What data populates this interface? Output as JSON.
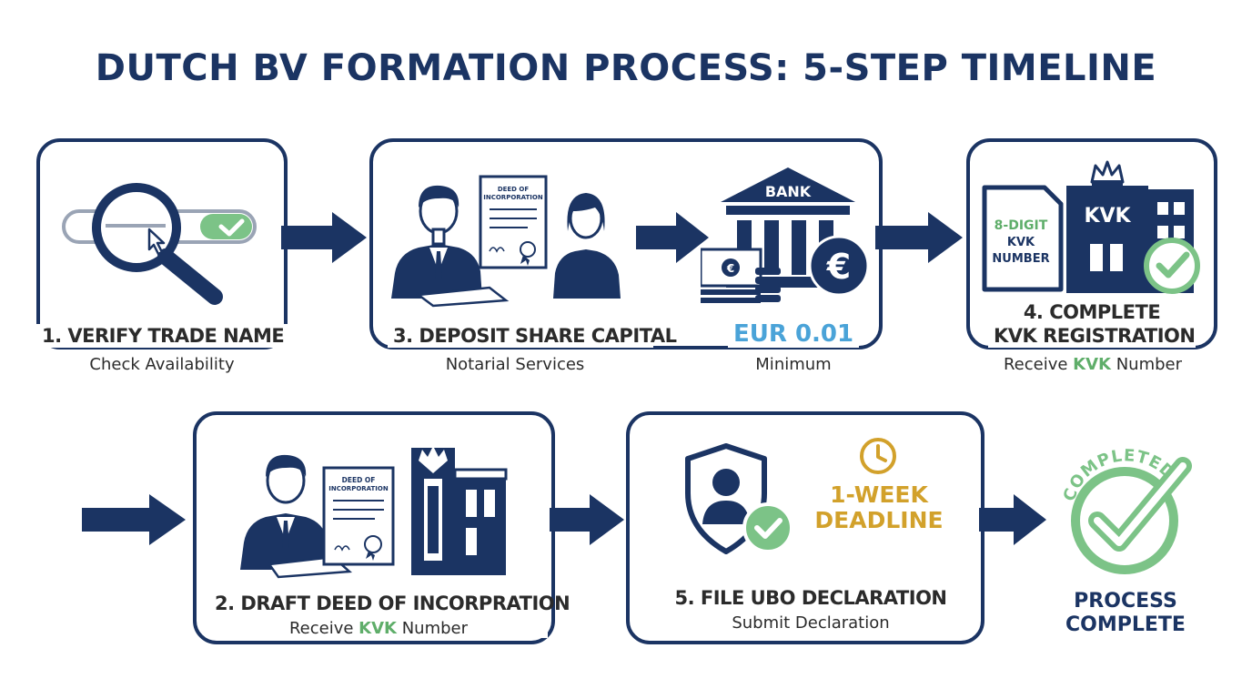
{
  "title": "DUTCH BV FORMATION PROCESS: 5-STEP TIMELINE",
  "colors": {
    "navy": "#1b3463",
    "green": "#5fae6a",
    "blue": "#4aa3d8",
    "gold": "#d2a12b"
  },
  "steps": [
    {
      "label": "1. VERIFY TRADE NAME",
      "subtitle": "Check Availability"
    },
    {
      "label": "3. DEPOSIT SHARE CAPITAL",
      "subtitle": "Notarial Services",
      "amount": "EUR 0.01",
      "amount_subtitle": "Minimum"
    },
    {
      "label_line1": "4. COMPLETE",
      "label_line2": "KVK REGISTRATION",
      "subtitle_pre": "Receive ",
      "subtitle_hl": "KVK",
      "subtitle_post": " Number"
    },
    {
      "label": "2. DRAFT DEED OF INCORPRATION",
      "subtitle_pre": "Receive ",
      "subtitle_hl": "KVK",
      "subtitle_post": " Number"
    },
    {
      "label": "5. FILE UBO DECLARATION",
      "subtitle": "Submit Declaration",
      "deadline_line1": "1-WEEK",
      "deadline_line2": "DEADLINE"
    }
  ],
  "illustrations": {
    "deed_line1": "DEED OF",
    "deed_line2": "INCORPORATION",
    "bank": "BANK",
    "kvk": "KVK",
    "kvk_doc_line1": "8-DIGIT",
    "kvk_doc_line2": "KVK",
    "kvk_doc_line3": "NUMBER",
    "deed2_line1": "DEED OF",
    "deed2_line2": "INCORPORATION"
  },
  "completion": {
    "stamp": "COMPLETED",
    "line1": "PROCESS",
    "line2": "COMPLETE"
  },
  "icons": [
    "magnifier-icon",
    "check-icon",
    "cursor-icon",
    "person-icon",
    "document-icon",
    "bank-icon",
    "euro-icon",
    "cash-icon",
    "coins-icon",
    "kvk-building-icon",
    "crown-icon",
    "shield-icon",
    "clock-icon",
    "arrow-right-icon",
    "completed-check-icon"
  ]
}
